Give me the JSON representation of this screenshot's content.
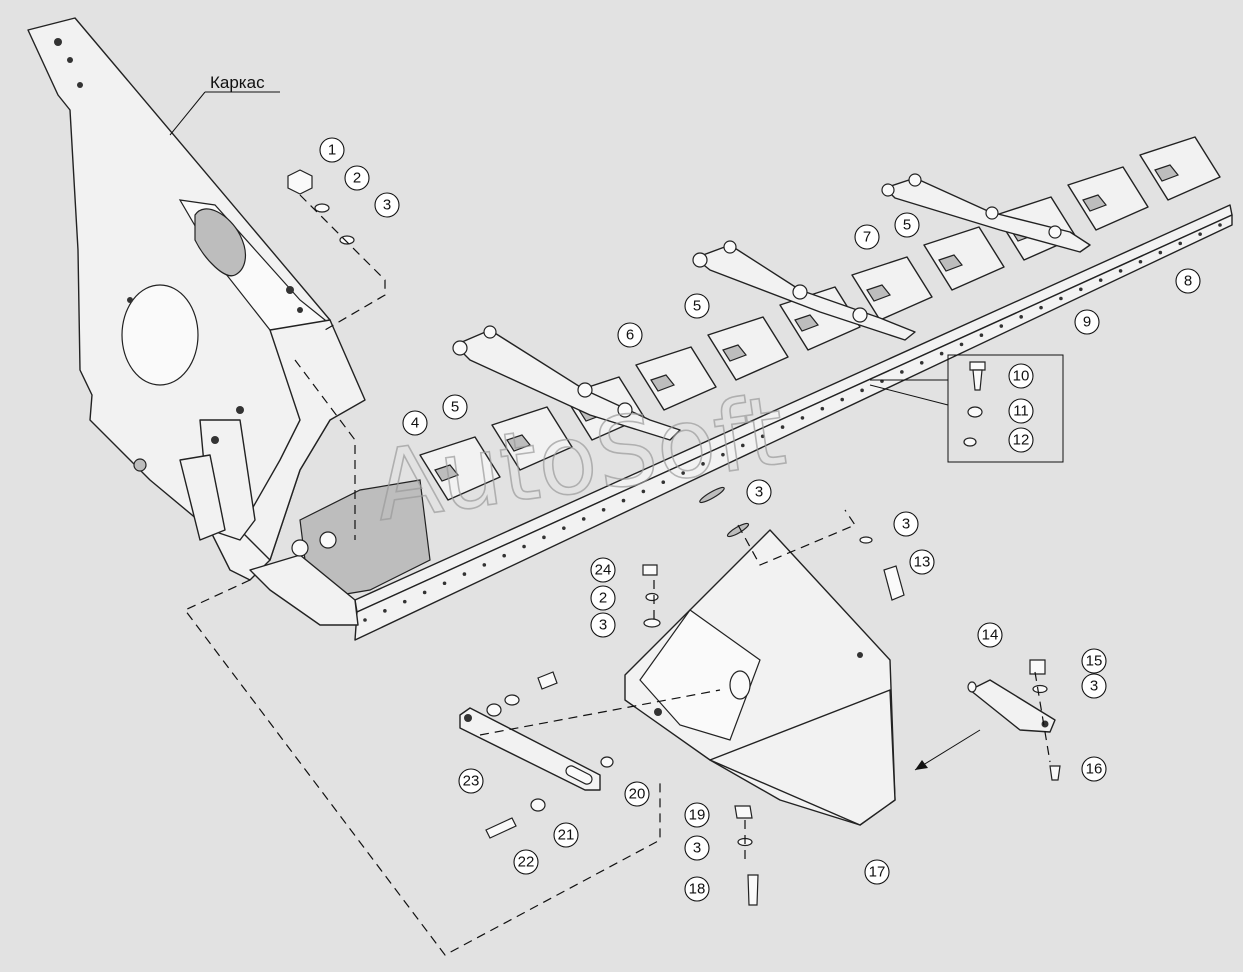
{
  "diagram": {
    "frame_label": "Каркас",
    "watermark": "AutoSoft",
    "callouts": [
      {
        "id": "c-1",
        "label": "1"
      },
      {
        "id": "c-2a",
        "label": "2"
      },
      {
        "id": "c-3a",
        "label": "3"
      },
      {
        "id": "c-4",
        "label": "4"
      },
      {
        "id": "c-5a",
        "label": "5"
      },
      {
        "id": "c-5b",
        "label": "5"
      },
      {
        "id": "c-5c",
        "label": "5"
      },
      {
        "id": "c-6",
        "label": "6"
      },
      {
        "id": "c-7",
        "label": "7"
      },
      {
        "id": "c-8",
        "label": "8"
      },
      {
        "id": "c-9",
        "label": "9"
      },
      {
        "id": "c-10",
        "label": "10"
      },
      {
        "id": "c-11",
        "label": "11"
      },
      {
        "id": "c-12",
        "label": "12"
      },
      {
        "id": "c-3b",
        "label": "3"
      },
      {
        "id": "c-3c",
        "label": "3"
      },
      {
        "id": "c-13",
        "label": "13"
      },
      {
        "id": "c-24",
        "label": "24"
      },
      {
        "id": "c-2b",
        "label": "2"
      },
      {
        "id": "c-3d",
        "label": "3"
      },
      {
        "id": "c-14",
        "label": "14"
      },
      {
        "id": "c-15",
        "label": "15"
      },
      {
        "id": "c-3e",
        "label": "3"
      },
      {
        "id": "c-16",
        "label": "16"
      },
      {
        "id": "c-17",
        "label": "17"
      },
      {
        "id": "c-18",
        "label": "18"
      },
      {
        "id": "c-3f",
        "label": "3"
      },
      {
        "id": "c-19",
        "label": "19"
      },
      {
        "id": "c-20",
        "label": "20"
      },
      {
        "id": "c-21",
        "label": "21"
      },
      {
        "id": "c-22",
        "label": "22"
      },
      {
        "id": "c-23",
        "label": "23"
      }
    ]
  }
}
